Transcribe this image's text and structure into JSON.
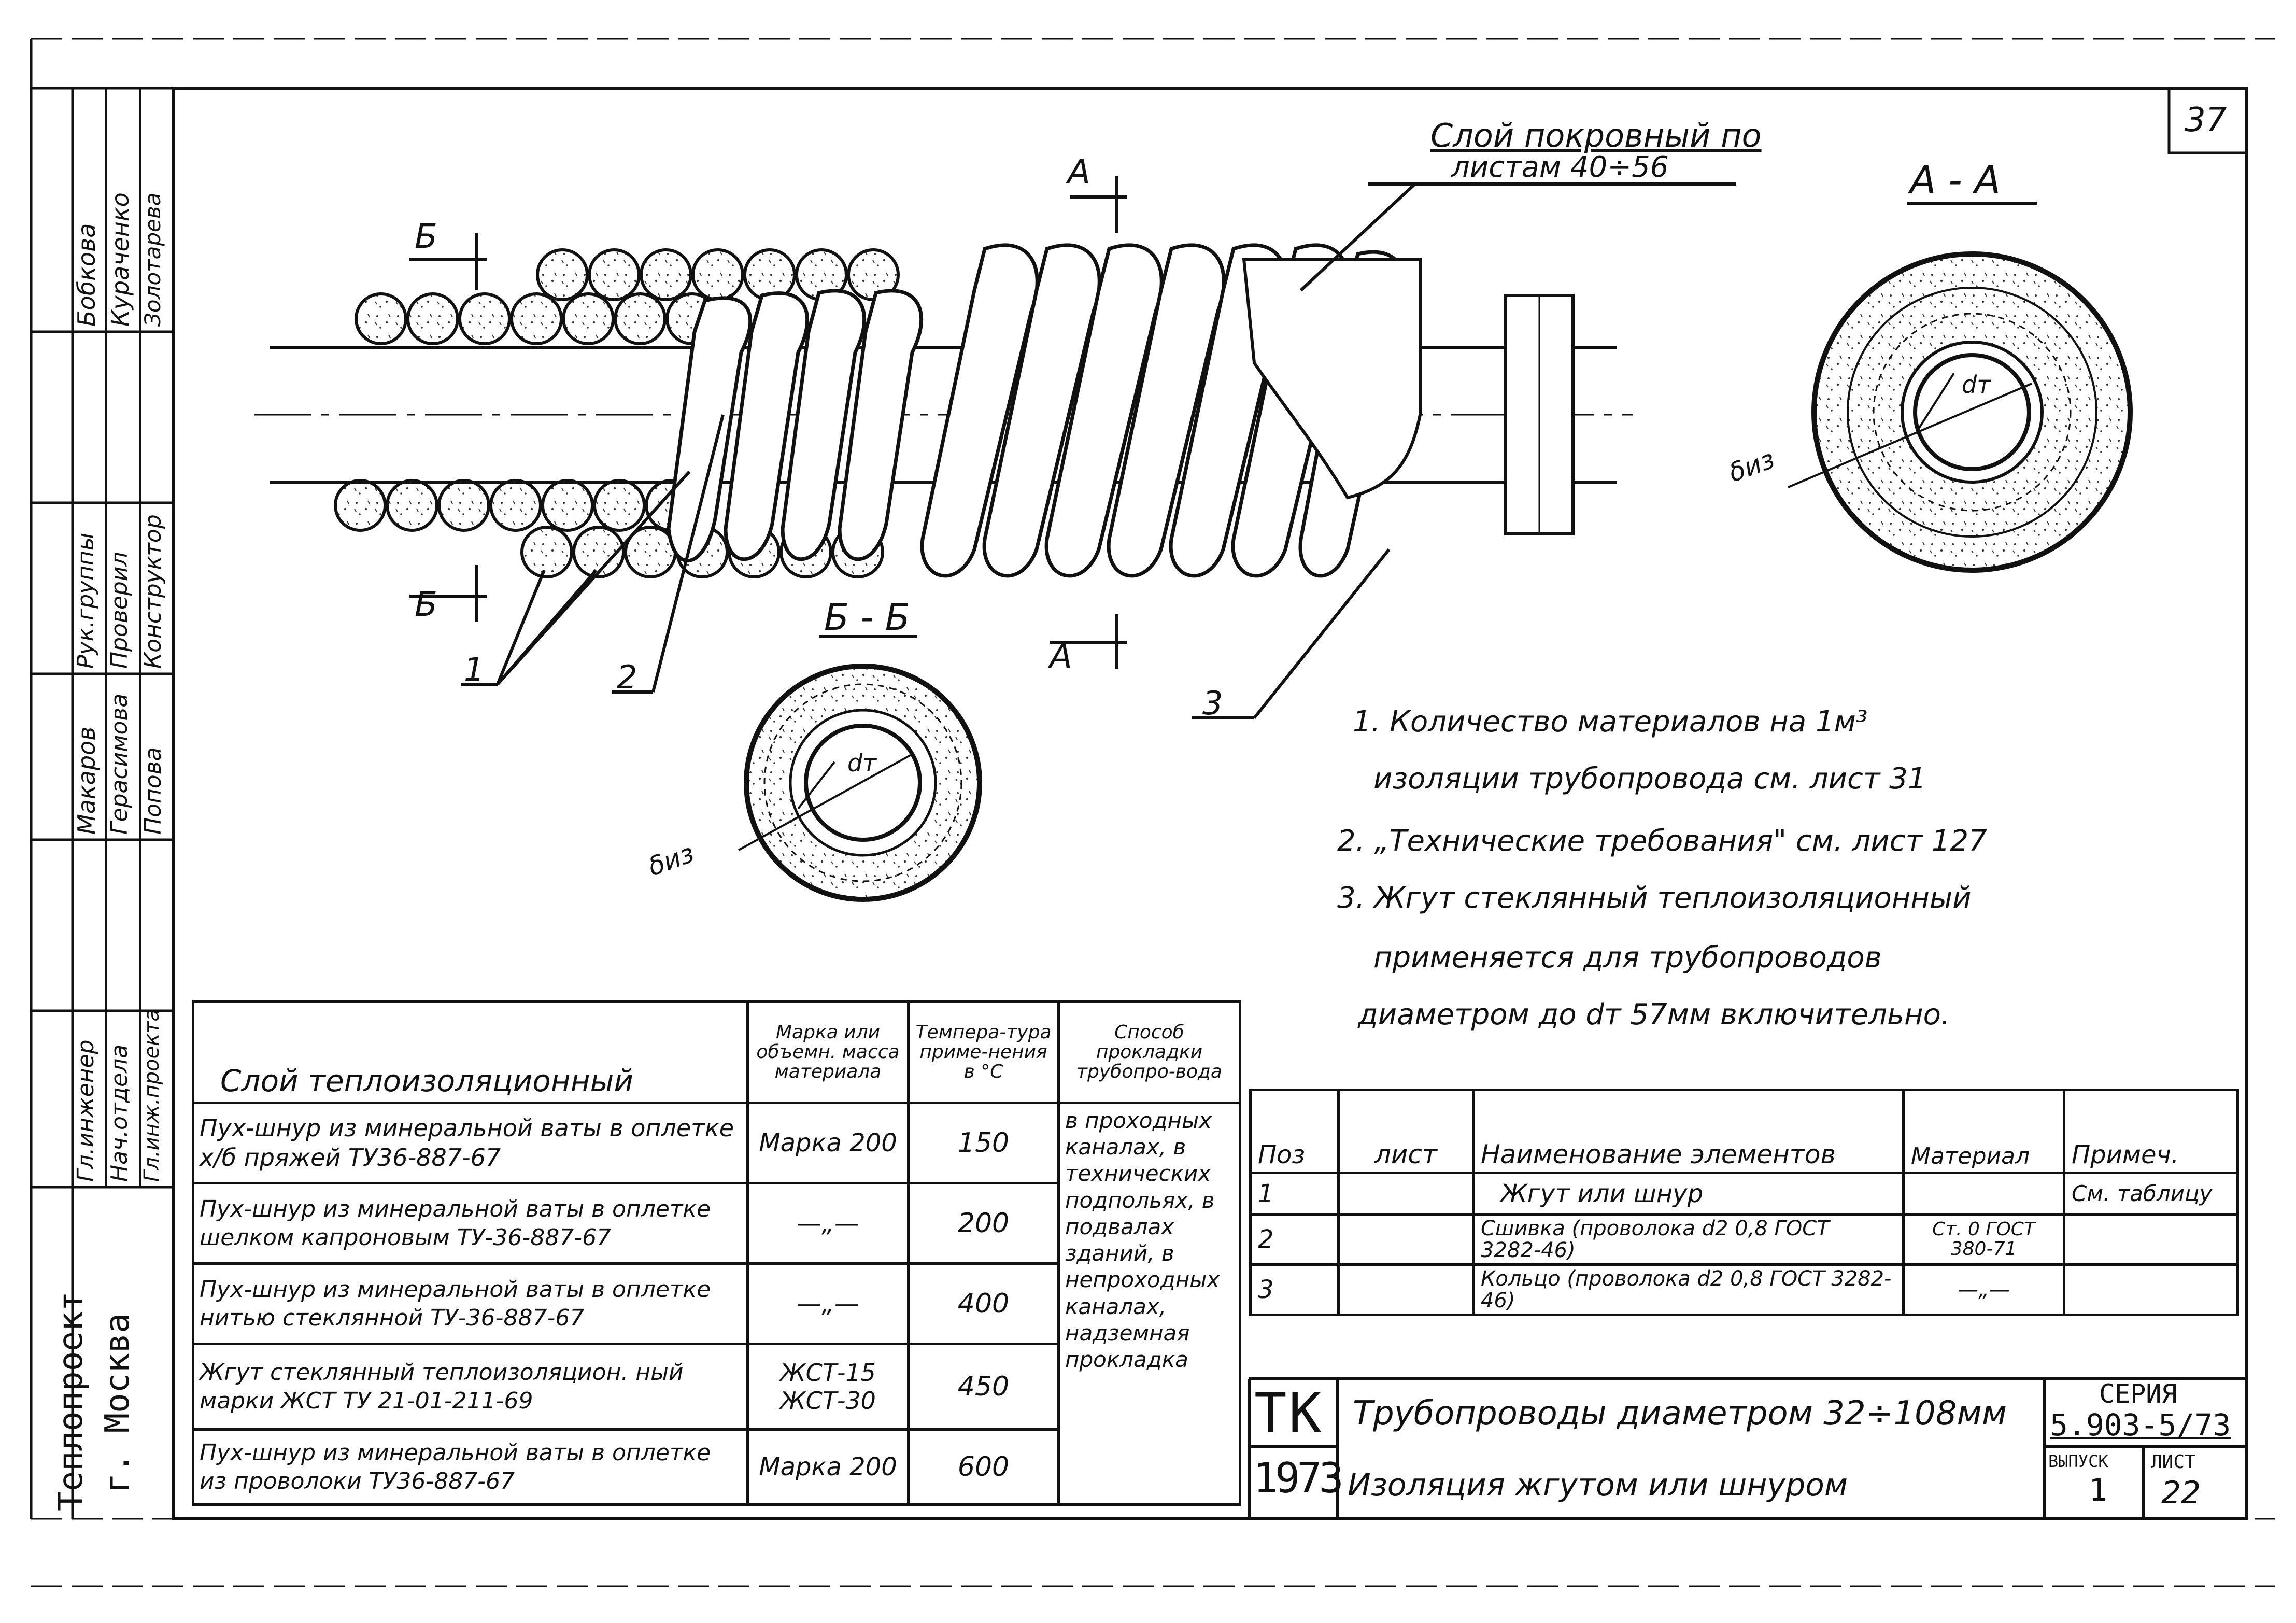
{
  "sheet_number": "37",
  "left_stamp": {
    "org_line1": "Теплопроект",
    "org_line2": "г. Москва",
    "roles": [
      "Гл.инженер",
      "Нач.отдела",
      "Гл.инж.проекта",
      "Рук.группы",
      "Проверил",
      "Конструктор"
    ],
    "names_top": [
      "Бобкова",
      "Кураченко",
      "Золотарева"
    ],
    "names_bottom": [
      "Макаров",
      "Герасимова",
      "Попова"
    ]
  },
  "drawing": {
    "label_b": "Б",
    "label_a": "А",
    "callout_cover_line1": "Слой покровный по",
    "callout_cover_line2": "листам 40÷56",
    "section_aa_title": "А - А",
    "section_bb_title": "Б - Б",
    "dim_dt": "dт",
    "dim_biz": "δиз",
    "callout_1": "1",
    "callout_2": "2",
    "callout_3": "3"
  },
  "notes": [
    "1. Количество материалов на 1м³",
    "изоляции трубопровода см. лист 31",
    "2. „Технические требования\" см. лист 127",
    "3. Жгут стеклянный теплоизоляционный",
    "применяется для трубопроводов",
    "диаметром до dт 57мм включительно."
  ],
  "materials_table": {
    "headers": [
      "Слой теплоизоляционный",
      "Марка или объемн. масса материала",
      "Темпера-тура приме-нения в °С",
      "Способ прокладки трубопро-вода"
    ],
    "rows": [
      {
        "layer": "Пух-шнур из минеральной ваты в оплетке х/б пряжей ТУ36-887-67",
        "mark": "Марка 200",
        "temp": "150"
      },
      {
        "layer": "Пух-шнур из минеральной ваты в оплетке шелком капроновым ТУ-36-887-67",
        "mark": "—„—",
        "temp": "200"
      },
      {
        "layer": "Пух-шнур из минеральной ваты в оплетке нитью стеклянной ТУ-36-887-67",
        "mark": "—„—",
        "temp": "400"
      },
      {
        "layer": "Жгут стеклянный теплоизоляцион. ный марки ЖСТ ТУ 21-01-211-69",
        "mark": "ЖСТ-15 ЖСТ-30",
        "temp": "450"
      },
      {
        "layer": "Пух-шнур из минеральной ваты в оплетке из проволоки ТУ36-887-67",
        "mark": "Марка 200",
        "temp": "600"
      }
    ],
    "method": "в проходных каналах, в технических подпольях, в подвалах зданий, в непроходных каналах, надземная прокладка"
  },
  "spec_table": {
    "headers": [
      "Поз",
      "лист",
      "Наименование элементов",
      "Материал",
      "Примеч."
    ],
    "rows": [
      {
        "pos": "1",
        "sheet": "",
        "name": "Жгут или шнур",
        "material": "",
        "note": "См. таблицу"
      },
      {
        "pos": "2",
        "sheet": "",
        "name": "Сшивка (проволока d2 0,8 ГОСТ 3282-46)",
        "material": "Ст. 0 ГОСТ 380-71",
        "note": ""
      },
      {
        "pos": "3",
        "sheet": "",
        "name": "Кольцо (проволока d2 0,8 ГОСТ 3282-46)",
        "material": "—„—",
        "note": ""
      }
    ]
  },
  "title_block": {
    "code": "ТК",
    "year": "1973",
    "title_line1": "Трубопроводы диаметром 32÷108мм",
    "title_line2": "Изоляция жгутом или шнуром",
    "series_label": "Серия",
    "series_value": "5.903-5/73",
    "issue_label": "Выпуск",
    "issue_value": "1",
    "sheet_label": "Лист",
    "sheet_value": "22"
  }
}
